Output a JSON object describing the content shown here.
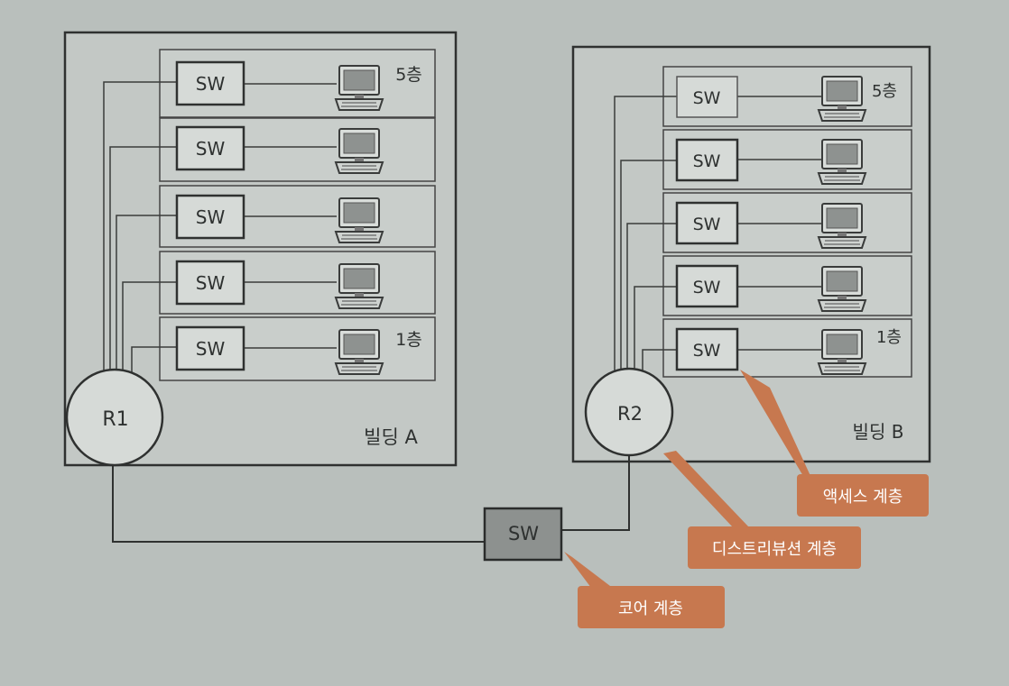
{
  "building_a": {
    "label": "빌딩 A",
    "router": "R1",
    "top_floor_label": "5층",
    "bottom_floor_label": "1층",
    "switch_label": "SW"
  },
  "building_b": {
    "label": "빌딩 B",
    "router": "R2",
    "top_floor_label": "5층",
    "bottom_floor_label": "1층",
    "switch_label": "SW"
  },
  "core_switch": {
    "label": "SW"
  },
  "callouts": {
    "access": "액세스 계층",
    "distribution": "디스트리뷰션 계층",
    "core": "코어 계층"
  },
  "colors": {
    "background": "#b9bfbc",
    "line": "#3a3c3b",
    "callout": "#c7784f",
    "core_switch_fill": "#8d918f"
  }
}
